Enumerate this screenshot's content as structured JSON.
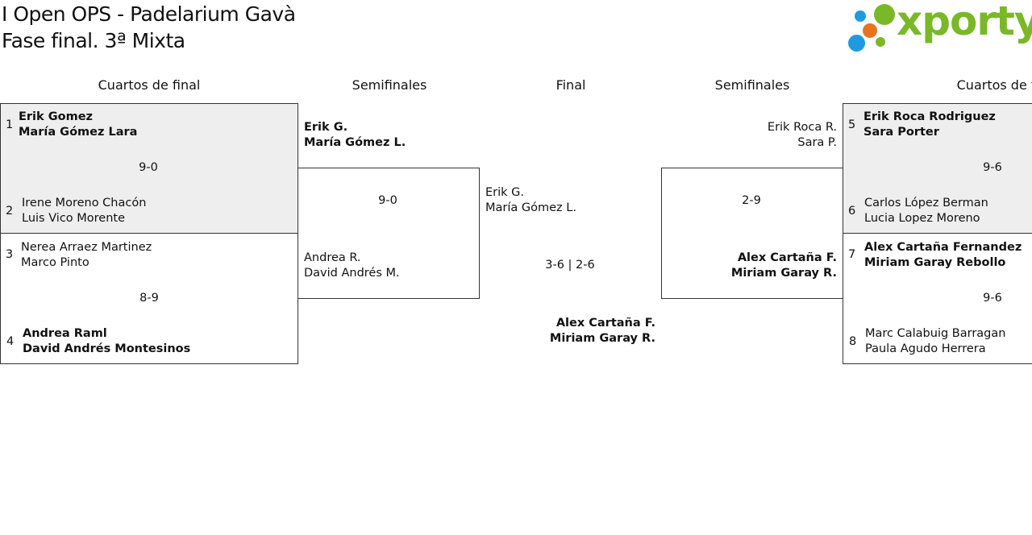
{
  "header": {
    "title_line1": "I Open OPS - Padelarium Gavà",
    "title_line2": "Fase final. 3ª Mixta"
  },
  "logo": {
    "text": "xporty",
    "colors": {
      "green": "#7ab828",
      "blue": "#1e9be0",
      "orange": "#e8731e"
    }
  },
  "rounds": {
    "qf_left": "Cuartos de final",
    "sf_left": "Semifinales",
    "final": "Final",
    "sf_right": "Semifinales",
    "qf_right": "Cuartos de final"
  },
  "quarterfinals_left": [
    {
      "top": {
        "seed": "1",
        "p1": "Erik Gomez",
        "p2": "María Gómez Lara"
      },
      "score": "9-0",
      "bottom": {
        "seed": "2",
        "p1": "Irene Moreno Chacón",
        "p2": "Luis Vico Morente"
      }
    },
    {
      "top": {
        "seed": "3",
        "p1": "Nerea Arraez Martinez",
        "p2": "Marco Pinto"
      },
      "score": "8-9",
      "bottom": {
        "seed": "4",
        "p1": "Andrea Raml",
        "p2": "David Andrés Montesinos"
      }
    }
  ],
  "semifinal_left": {
    "top": {
      "p1": "Erik G.",
      "p2": "María Gómez L."
    },
    "score": "9-0",
    "bottom": {
      "p1": "Andrea R.",
      "p2": "David Andrés M."
    }
  },
  "final": {
    "top": {
      "p1": "Erik G.",
      "p2": "María Gómez L."
    },
    "score": "3-6 | 2-6",
    "bottom": {
      "p1": "Alex Cartaña F.",
      "p2": "Miriam Garay R."
    }
  },
  "semifinal_right": {
    "top": {
      "p1": "Erik Roca R.",
      "p2": "Sara P."
    },
    "score": "2-9",
    "bottom": {
      "p1": "Alex Cartaña F.",
      "p2": "Miriam Garay R."
    }
  },
  "quarterfinals_right": [
    {
      "top": {
        "seed": "5",
        "p1": "Erik Roca Rodriguez",
        "p2": "Sara Porter"
      },
      "score": "9-6",
      "bottom": {
        "seed": "6",
        "p1": "Carlos López Berman",
        "p2": "Lucia Lopez Moreno"
      }
    },
    {
      "top": {
        "seed": "7",
        "p1": "Alex Cartaña Fernandez",
        "p2": "Miriam Garay Rebollo"
      },
      "score": "9-6",
      "bottom": {
        "seed": "8",
        "p1": "Marc Calabuig Barragan",
        "p2": "Paula Agudo Herrera"
      }
    }
  ]
}
